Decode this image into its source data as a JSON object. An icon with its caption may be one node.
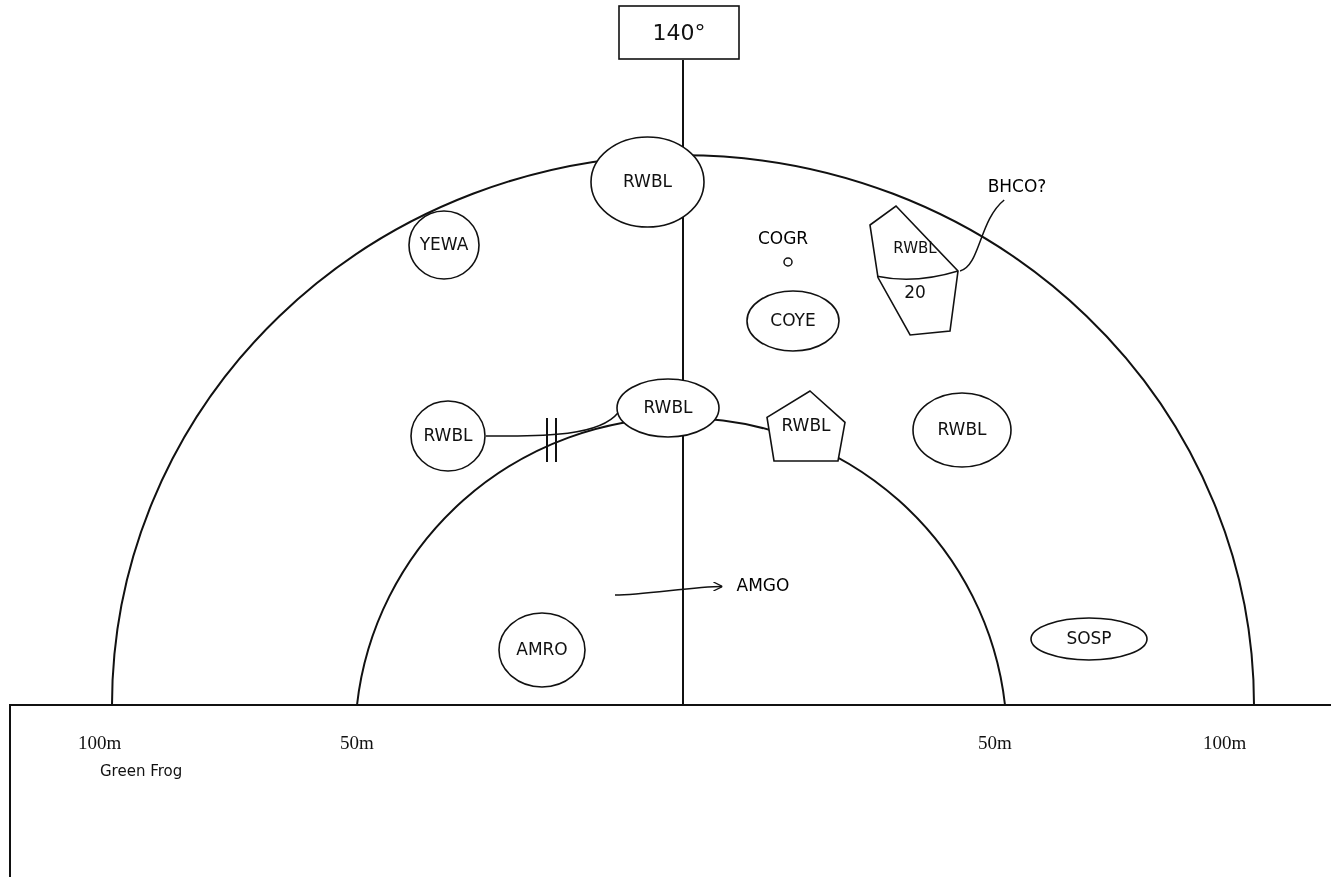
{
  "diagram": {
    "nodes": [
      {
        "text": [
          "140°"
        ]
      },
      {
        "text": [
          "RWBL"
        ]
      },
      {
        "text": [
          "COGR"
        ]
      },
      {
        "text": [
          "BHCO?"
        ]
      },
      {
        "text": [
          "YEWA"
        ]
      },
      {
        "text": [
          "RWBL",
          "20"
        ]
      },
      {
        "text": [
          "COYE"
        ]
      },
      {
        "text": [
          "RWBL"
        ]
      },
      {
        "text": [
          "RWBL"
        ]
      },
      {
        "text": [
          "RWBL"
        ]
      },
      {
        "text": [
          "RWBL"
        ]
      },
      {
        "text": [
          "AMGO"
        ]
      },
      {
        "text": [
          "SOSP"
        ]
      },
      {
        "text": [
          "AMRO"
        ]
      }
    ],
    "edges": [
      {
        "from": 3,
        "to": 5,
        "arrow": "none"
      },
      {
        "from": 9,
        "to": 7,
        "arrow": "none"
      },
      {
        "from": null,
        "to": 11,
        "arrow": "to"
      }
    ],
    "labels": [
      "100m",
      "50m",
      "50m",
      "100m",
      "Green Frog"
    ]
  }
}
